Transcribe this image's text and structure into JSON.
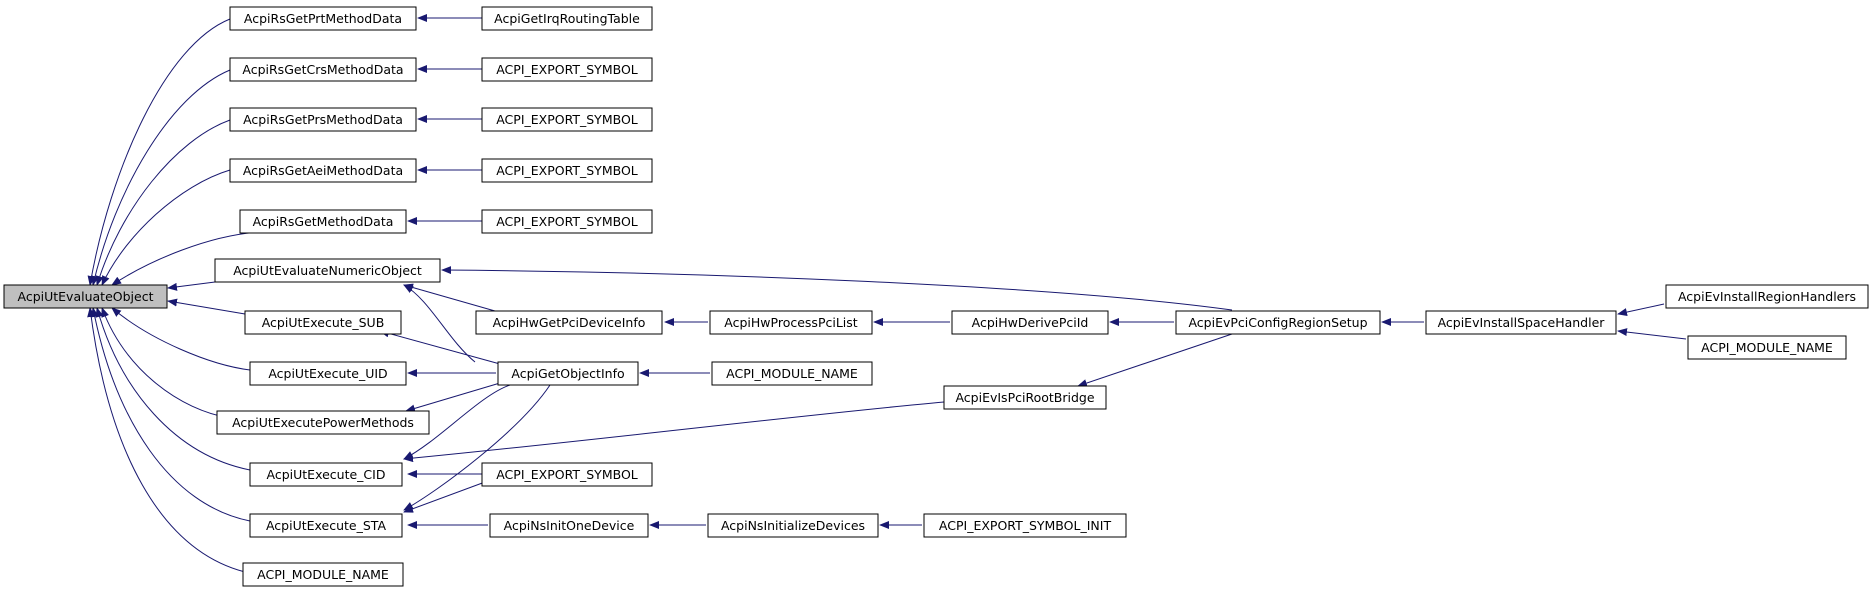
{
  "colors": {
    "edge": "#191970",
    "root_fill": "#bfbfbf",
    "node_fill": "#ffffff",
    "border": "#000000"
  },
  "nodes": {
    "root": "AcpiUtEvaluateObject",
    "rs_prt": "AcpiRsGetPrtMethodData",
    "rs_crs": "AcpiRsGetCrsMethodData",
    "rs_prs": "AcpiRsGetPrsMethodData",
    "rs_aei": "AcpiRsGetAeiMethodData",
    "rs_method": "AcpiRsGetMethodData",
    "ut_numeric": "AcpiUtEvaluateNumericObject",
    "ut_sub": "AcpiUtExecute_SUB",
    "ut_uid": "AcpiUtExecute_UID",
    "ut_power": "AcpiUtExecutePowerMethods",
    "ut_cid": "AcpiUtExecute_CID",
    "ut_sta": "AcpiUtExecute_STA",
    "mod_name_1": "ACPI_MODULE_NAME",
    "irq_table": "AcpiGetIrqRoutingTable",
    "export_1": "ACPI_EXPORT_SYMBOL",
    "export_2": "ACPI_EXPORT_SYMBOL",
    "export_3": "ACPI_EXPORT_SYMBOL",
    "export_4": "ACPI_EXPORT_SYMBOL",
    "hw_pci_dev": "AcpiHwGetPciDeviceInfo",
    "get_obj_info": "AcpiGetObjectInfo",
    "export_5": "ACPI_EXPORT_SYMBOL",
    "ns_init_one": "AcpiNsInitOneDevice",
    "hw_proc_pci": "AcpiHwProcessPciList",
    "mod_name_2": "ACPI_MODULE_NAME",
    "ns_init_devs": "AcpiNsInitializeDevices",
    "hw_derive": "AcpiHwDerivePciId",
    "is_root_bridge": "AcpiEvIsPciRootBridge",
    "export_init": "ACPI_EXPORT_SYMBOL_INIT",
    "pci_cfg_setup": "AcpiEvPciConfigRegionSetup",
    "install_space": "AcpiEvInstallSpaceHandler",
    "install_region": "AcpiEvInstallRegionHandlers",
    "mod_name_3": "ACPI_MODULE_NAME"
  }
}
